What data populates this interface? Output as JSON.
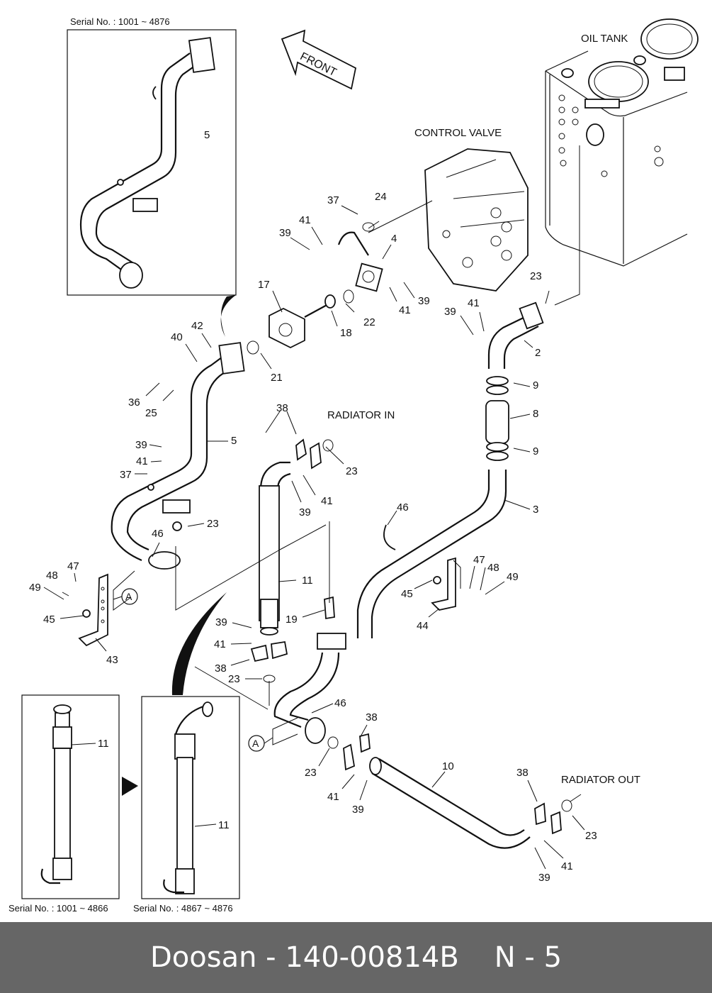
{
  "document": {
    "type": "parts-catalog-diagram",
    "footer": {
      "brand": "Doosan",
      "separator": "-",
      "part_number": "140-00814B",
      "page": "N - 5"
    },
    "front_arrow": "FRONT",
    "captions": {
      "oil_tank": "OIL TANK",
      "control_valve": "CONTROL VALVE",
      "radiator_in": "RADIATOR IN",
      "radiator_out": "RADIATOR OUT"
    },
    "insets": [
      {
        "serial": "Serial No. : 1001 ~ 4876",
        "callout": "5"
      },
      {
        "serial": "Serial No. : 1001 ~ 4866",
        "callout": "11"
      },
      {
        "serial": "Serial No. : 4867 ~ 4876",
        "callout": "11"
      }
    ],
    "reference_marker": "A",
    "callouts": {
      "c37a": "37",
      "c24": "24",
      "c41a": "41",
      "c39a": "39",
      "c4": "4",
      "c39b": "39",
      "c41b": "41",
      "c17": "17",
      "c22": "22",
      "c18": "18",
      "c21": "21",
      "c23a": "23",
      "c39c": "39",
      "c41c": "41",
      "c2": "2",
      "c9a": "9",
      "c8": "8",
      "c9b": "9",
      "c3": "3",
      "c42": "42",
      "c40": "40",
      "c36": "36",
      "c25": "25",
      "c5": "5",
      "c39d": "39",
      "c41d": "41",
      "c37b": "37",
      "c23b": "23",
      "c46a": "46",
      "c47a": "47",
      "c48a": "48",
      "c49a": "49",
      "c45a": "45",
      "c43": "43",
      "c38a": "38",
      "c23c": "23",
      "c41e": "41",
      "c39e": "39",
      "c11": "11",
      "c19": "19",
      "c39f": "39",
      "c41f": "41",
      "c38b": "38",
      "c23d": "23",
      "c46b": "46",
      "c47b": "47",
      "c48b": "48",
      "c49b": "49",
      "c45b": "45",
      "c44": "44",
      "c46c": "46",
      "c38c": "38",
      "c23e": "23",
      "c41g": "41",
      "c39g": "39",
      "c10": "10",
      "c38d": "38",
      "c23f": "23",
      "c41h": "41",
      "c39h": "39"
    }
  }
}
